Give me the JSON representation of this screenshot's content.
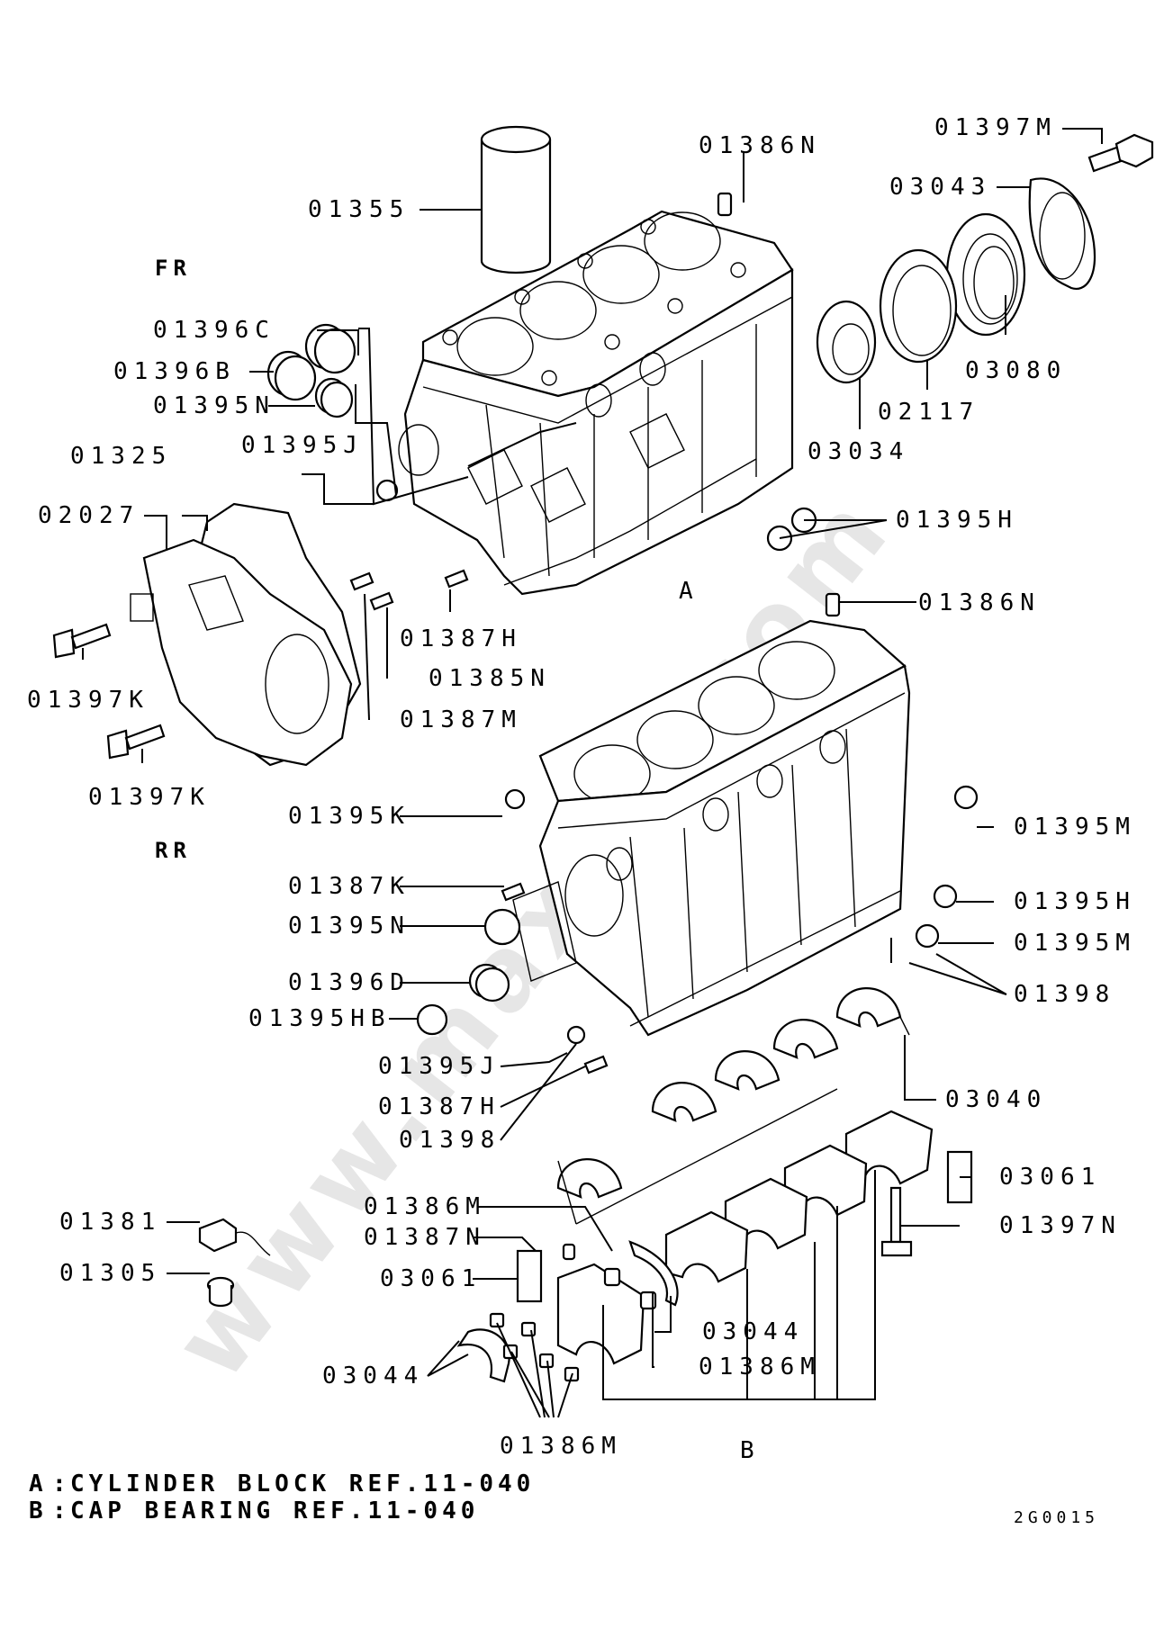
{
  "watermark": "www.maxiip.com",
  "direction_labels": {
    "front": "FR",
    "rear": "RR"
  },
  "labels": {
    "p01397M": "01397M",
    "p01386N_top": "01386N",
    "p03043": "03043",
    "p01355": "01355",
    "p01396C": "01396C",
    "p01396B": "01396B",
    "p01395N_top": "01395N",
    "p01395J_top": "01395J",
    "p01325": "01325",
    "p02027": "02027",
    "p03080": "03080",
    "p02117": "02117",
    "p03034": "03034",
    "p01395H_top": "01395H",
    "ref_A": "A",
    "p01387H_top": "01387H",
    "p01385N": "01385N",
    "p01387M": "01387M",
    "p01397K_top": "01397K",
    "p01397K_bottom": "01397K",
    "p01386N_mid": "01386N",
    "p01395K": "01395K",
    "p01395M_top": "01395M",
    "p01387K": "01387K",
    "p01395H_mid": "01395H",
    "p01395N_mid": "01395N",
    "p01395M_bottom": "01395M",
    "p01396D": "01396D",
    "p01398_right": "01398",
    "p01395HB": "01395HB",
    "p01395J_mid": "01395J",
    "p03040": "03040",
    "p01387H_mid": "01387H",
    "p01398_left": "01398",
    "p03061_right": "03061",
    "p01381": "01381",
    "p01386M_top": "01386M",
    "p01397N": "01397N",
    "p01387N": "01387N",
    "p01305": "01305",
    "p03061_left": "03061",
    "p03044_right": "03044",
    "p03044_left": "03044",
    "p01386M_mid": "01386M",
    "p01386M_bottom": "01386M",
    "ref_B": "B"
  },
  "legend": [
    {
      "key": "A",
      "text": "CYLINDER BLOCK REF.11-040"
    },
    {
      "key": "B",
      "text": "CAP BEARING REF.11-040"
    }
  ],
  "diagram_code": "2G0015"
}
